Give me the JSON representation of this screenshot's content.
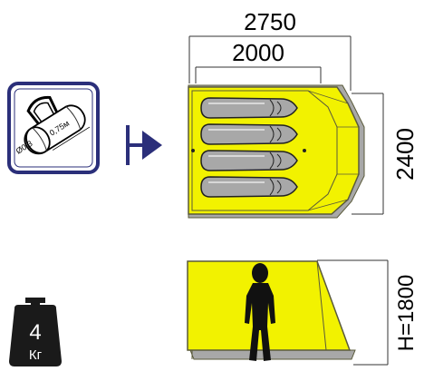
{
  "dimensions": {
    "outer_length": "2750",
    "inner_length": "2000",
    "width": "2400",
    "height": "H=1800"
  },
  "bag": {
    "diameter_label": "Ø0,3",
    "length_label": "0,75м"
  },
  "weight": {
    "value": "4",
    "unit": "Кг"
  },
  "sleeping_places": 4,
  "colors": {
    "tent_yellow": "#f2f200",
    "tent_outline": "#5a5a3a",
    "floor_grey": "#a8a8a8",
    "bag_panel_border": "#2b2f7a",
    "arrow_blue": "#2b2f7a"
  },
  "icons": {
    "bag": "carry-bag-icon",
    "entrance": "entrance-arrow-icon",
    "weight": "weight-icon",
    "person": "person-silhouette-icon"
  }
}
